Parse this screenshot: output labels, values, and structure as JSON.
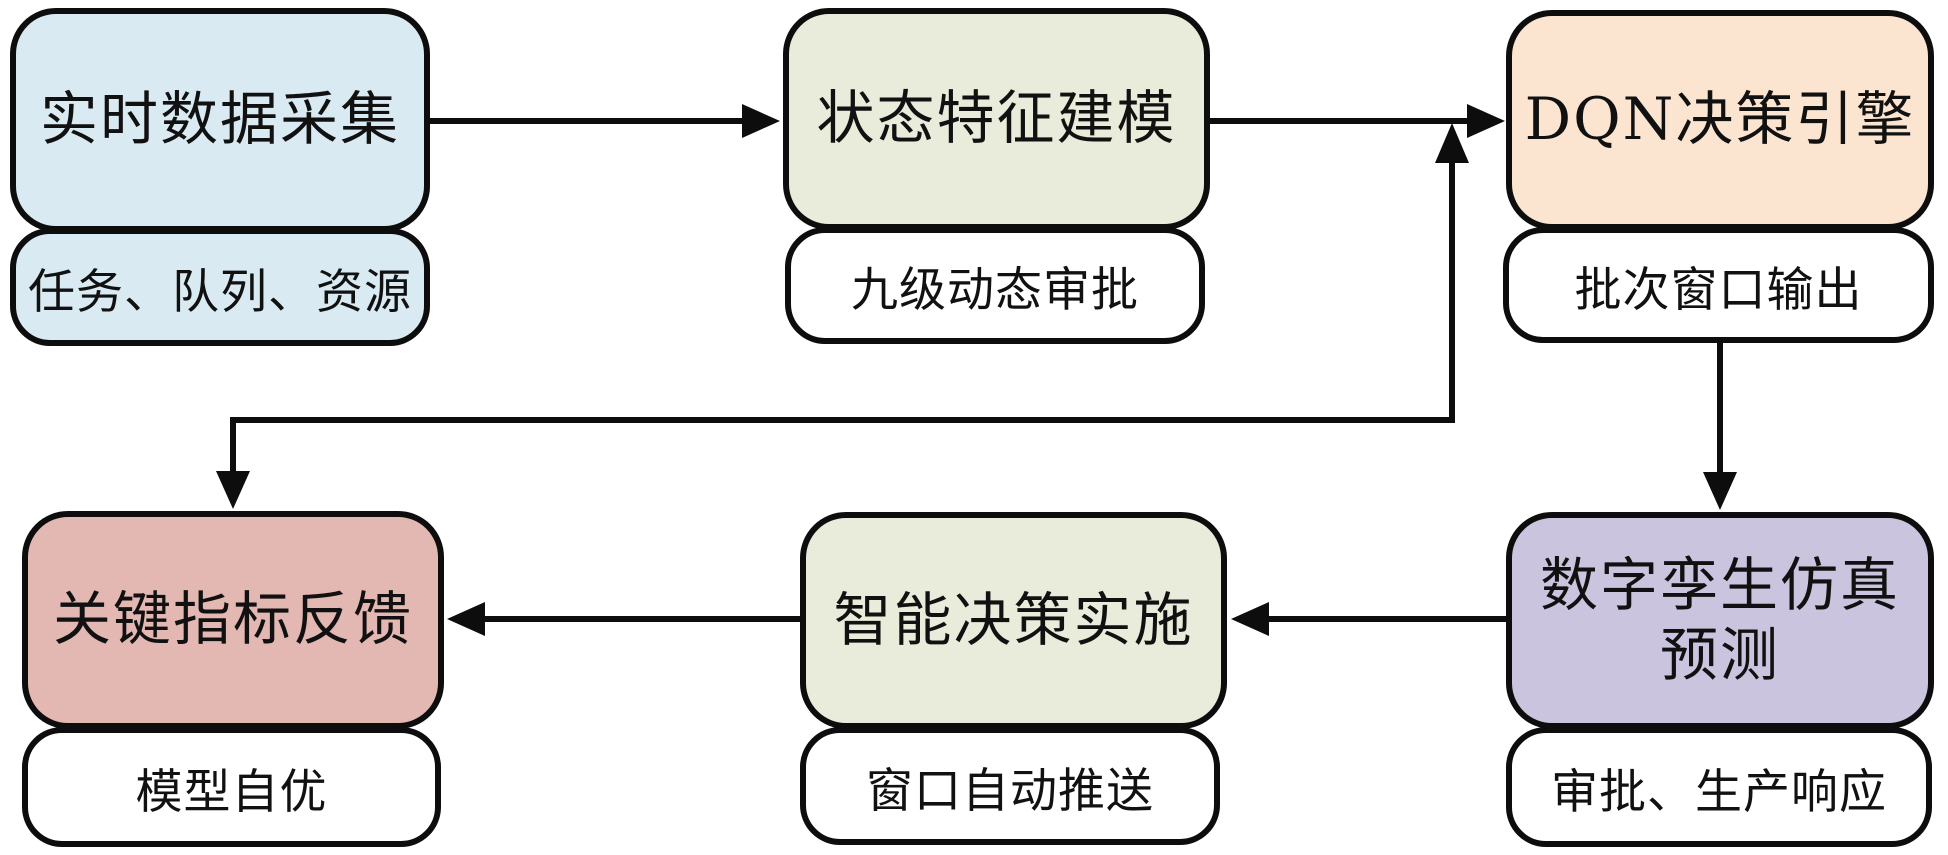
{
  "diagram": {
    "background": "#ffffff",
    "line_color": "#0d0d0d",
    "nodes": [
      {
        "id": "realtime-data-collection",
        "label": "实时数据采集",
        "sub_label": "任务、队列、资源",
        "color": "#d9eaf2",
        "sub_color": "#d9eaf2"
      },
      {
        "id": "state-feature-modeling",
        "label": "状态特征建模",
        "sub_label": "九级动态审批",
        "color": "#e9ecda",
        "sub_color": "#ffffff"
      },
      {
        "id": "dqn-decision-engine",
        "label": "DQN决策引擎",
        "sub_label": "批次窗口输出",
        "color": "#fbe5d1",
        "sub_color": "#ffffff"
      },
      {
        "id": "digital-twin-simulation",
        "label": "数字孪生仿真预测",
        "sub_label": "审批、生产响应",
        "color": "#cbc4df",
        "sub_color": "#ffffff"
      },
      {
        "id": "intelligent-decision-impl",
        "label": "智能决策实施",
        "sub_label": "窗口自动推送",
        "color": "#e9ecda",
        "sub_color": "#ffffff"
      },
      {
        "id": "key-indicator-feedback",
        "label": "关键指标反馈",
        "sub_label": "模型自优",
        "color": "#e3b7b2",
        "sub_color": "#ffffff"
      }
    ],
    "edges": [
      {
        "from": "实时数据采集",
        "to": "状态特征建模",
        "style": "arrow"
      },
      {
        "from": "状态特征建模",
        "to": "DQN决策引擎",
        "style": "arrow"
      },
      {
        "from": "批次窗口输出",
        "to": "数字孪生仿真预测",
        "style": "arrow"
      },
      {
        "from": "数字孪生仿真预测",
        "to": "智能决策实施",
        "style": "arrow"
      },
      {
        "from": "智能决策实施",
        "to": "关键指标反馈",
        "style": "arrow"
      },
      {
        "from": "关键指标反馈",
        "to": "DQN决策引擎",
        "style": "double-headed-elbow"
      }
    ]
  }
}
